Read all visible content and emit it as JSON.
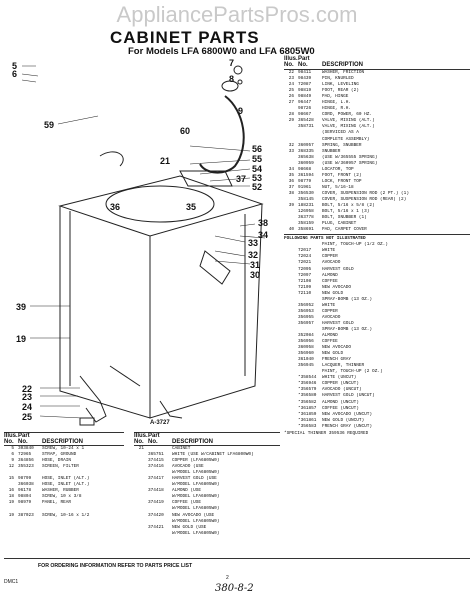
{
  "watermark": "AppliancePartsPros.com",
  "title": "CABINET PARTS",
  "subtitle": "For Models LFA 6800W0 and LFA 6805W0",
  "right_table": {
    "header": [
      "Illus.",
      "Part",
      "No.",
      "No.",
      "DESCRIPTION"
    ],
    "rows": [
      [
        "22",
        "98411",
        "WASHER, FRICTION"
      ],
      [
        "23",
        "98439",
        "PIN, KNURLED"
      ],
      [
        "24",
        "72087",
        "LINK, LEVELING"
      ],
      [
        "25",
        "98819",
        "FOOT, REAR (2)"
      ],
      [
        "26",
        "98849",
        "PAD, HINGE"
      ],
      [
        "27",
        "96447",
        "HINGE, L.H."
      ],
      [
        "",
        "98726",
        "HINGE, R.H."
      ],
      [
        "28",
        "98667",
        "CORD, POWER, 60 HZ."
      ],
      [
        "29",
        "365428",
        "VALVE, MIXING (ALT.)"
      ],
      [
        "",
        "358731",
        "VALVE, MIXING (ALT.)"
      ],
      [
        "",
        "",
        "(SERVICED AS A"
      ],
      [
        "",
        "",
        "COMPLETE ASSEMBLY)"
      ],
      [
        "32",
        "360957",
        "SPRING, SNUBBER"
      ],
      [
        "33",
        "368335",
        "SNUBBER"
      ],
      [
        "",
        "365638",
        "(USE W/365555 SPRING)"
      ],
      [
        "",
        "360959",
        "(USE W/360957 SPRING)"
      ],
      [
        "34",
        "98668",
        "LOCATOR, TOP"
      ],
      [
        "35",
        "361594",
        "FOOT, FRONT (2)"
      ],
      [
        "36",
        "98779",
        "LOCK, FRONT TOP"
      ],
      [
        "37",
        "91961",
        "NUT, 5/16-18"
      ],
      [
        "38",
        "356530",
        "COVER, SUSPENSION ROD (2 PT.) (1)"
      ],
      [
        "",
        "358145",
        "COVER, SUSPENSION ROD (REAR) (2)"
      ],
      [
        "39",
        "188231",
        "BOLT, 5/16 x 5/8 (2)"
      ],
      [
        "",
        "126958",
        "BOLT, 5/16 x 1 (3)"
      ],
      [
        "",
        "363778",
        "BOLT, SNUBBER (1)"
      ],
      [
        "",
        "358159",
        "PLUG, CABINET"
      ],
      [
        "40",
        "358691",
        "PAD, CARPET COVER"
      ]
    ],
    "section_title": "FOLLOWING PARTS NOT ILLUSTRATED",
    "rows2": [
      [
        "",
        "",
        "PAINT, TOUCH-UP (1/2 OZ.)"
      ],
      [
        "",
        "72017",
        "WHITE"
      ],
      [
        "",
        "72024",
        "COPPER"
      ],
      [
        "",
        "72021",
        "AVOCADO"
      ],
      [
        "",
        "72095",
        "HARVEST GOLD"
      ],
      [
        "",
        "72097",
        "ALMOND"
      ],
      [
        "",
        "72108",
        "COFFEE"
      ],
      [
        "",
        "72109",
        "NEW AVOCADO"
      ],
      [
        "",
        "72110",
        "NEW GOLD"
      ],
      [
        "",
        "",
        "SPRAY-BOMB (13 OZ.)"
      ],
      [
        "",
        "356952",
        "WHITE"
      ],
      [
        "",
        "356953",
        "COPPER"
      ],
      [
        "",
        "356955",
        "AVOCADO"
      ],
      [
        "",
        "356957",
        "HARVEST GOLD"
      ],
      [
        "",
        "",
        "SPRAY-BOMB (13 OZ.)"
      ],
      [
        "",
        "352084",
        "ALMOND"
      ],
      [
        "",
        "356956",
        "COFFEE"
      ],
      [
        "",
        "360958",
        "NEW AVOCADO"
      ],
      [
        "",
        "356960",
        "NEW GOLD"
      ],
      [
        "",
        "361040",
        "FRENCH GRAY"
      ],
      [
        "",
        "356945",
        "LACQUER, THINNER"
      ],
      [
        "",
        "",
        "PAINT, TOUCH-UP (2 OZ.)"
      ],
      [
        "",
        "*358544",
        "WHITE (UNCUT)"
      ],
      [
        "",
        "*356946",
        "COPPER (UNCUT)"
      ],
      [
        "",
        "*356579",
        "AVOCADO (UNCUT)"
      ],
      [
        "",
        "*356580",
        "HARVEST GOLD (UNCUT)"
      ],
      [
        "",
        "*356582",
        "ALMOND (UNCUT)"
      ],
      [
        "",
        "*361857",
        "COFFEE (UNCUT)"
      ],
      [
        "",
        "*361859",
        "NEW AVOCADO (UNCUT)"
      ],
      [
        "",
        "*361861",
        "NEW GOLD (UNCUT)"
      ],
      [
        "",
        "*356583",
        "FRENCH GRAY (UNCUT)"
      ]
    ],
    "footnote": "*SPECIAL THINNER 359536 REQUIRED"
  },
  "bottom_left": {
    "header": [
      "Illus.",
      "Part",
      "No.",
      "No.",
      "DESCRIPTION"
    ],
    "rows": [
      [
        "5",
        "303840",
        "SCREW, 10-24 x 1"
      ],
      [
        "6",
        "72965",
        "STRAP, GROUND"
      ],
      [
        "9",
        "364856",
        "HOSE, DRAIN"
      ],
      [
        "12",
        "355323",
        "SCREEN, FILTER"
      ],
      [
        "",
        "",
        ""
      ],
      [
        "15",
        "98799",
        "HOSE, INLET (ALT.)"
      ],
      [
        "",
        "366038",
        "HOSE, INLET (ALT.)"
      ],
      [
        "16",
        "96178",
        "WASHER, RUBBER"
      ],
      [
        "18",
        "98804",
        "SCREW, 10 x 3/8"
      ],
      [
        "19",
        "98979",
        "PANEL, REAR"
      ],
      [
        "",
        "",
        ""
      ],
      [
        "19",
        "387023",
        "SCREW, 10-16 x 1/2"
      ]
    ]
  },
  "bottom_mid": {
    "header": [
      "Illus.",
      "Part",
      "No.",
      "No.",
      "DESCRIPTION"
    ],
    "rows": [
      [
        "21",
        "",
        "CABINET"
      ],
      [
        "",
        "365751",
        "WHITE (USE W/CABINET LFA6800W0)"
      ],
      [
        "",
        "374415",
        "COPPER (LFA6805W0)"
      ],
      [
        "",
        "374416",
        "AVOCADO (USE"
      ],
      [
        "",
        "",
        "W/MODEL LFA6805W0)"
      ],
      [
        "",
        "374417",
        "HARVEST GOLD (USE"
      ],
      [
        "",
        "",
        "W/MODEL LFA6805W0)"
      ],
      [
        "",
        "374418",
        "ALMOND (USE"
      ],
      [
        "",
        "",
        "W/MODEL LFA6805W0)"
      ],
      [
        "",
        "374419",
        "COFFEE (USE"
      ],
      [
        "",
        "",
        "W/MODEL LFA6805W0)"
      ],
      [
        "",
        "374420",
        "NEW AVOCADO (USE"
      ],
      [
        "",
        "",
        "W/MODEL LFA6805W0)"
      ],
      [
        "",
        "374421",
        "NEW GOLD (USE"
      ],
      [
        "",
        "",
        "W/MODEL LFA6805W0)"
      ]
    ]
  },
  "callouts": [
    "5",
    "6",
    "7",
    "8",
    "9",
    "59",
    "60",
    "56",
    "55",
    "54",
    "53",
    "52",
    "21",
    "37",
    "38",
    "34",
    "33",
    "32",
    "31",
    "30",
    "35",
    "36",
    "39",
    "19",
    "22",
    "23",
    "24",
    "25",
    "A-3727"
  ],
  "footer": "FOR ORDERING INFORMATION REFER TO PARTS PRICE LIST",
  "page_code": "DMC1",
  "page_number": "2",
  "handwritten": "380-8-2"
}
